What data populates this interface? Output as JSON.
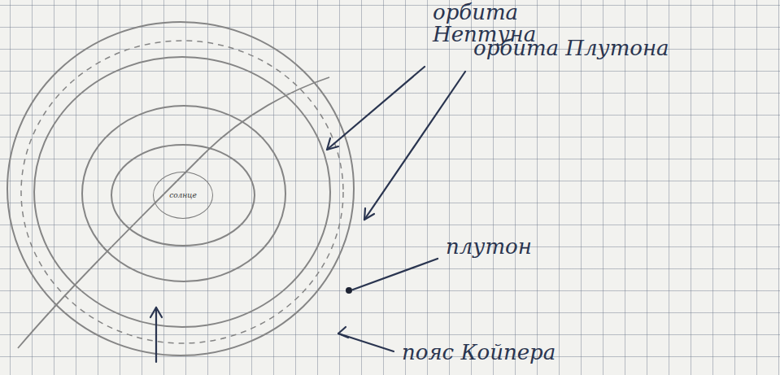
{
  "diagram": {
    "nodes": [
      {
        "text": [
          "солнце"
        ]
      }
    ],
    "labels": [
      "орбита Нептуна",
      "орбита Плутона",
      "плутон",
      "пояс Койпера"
    ]
  }
}
